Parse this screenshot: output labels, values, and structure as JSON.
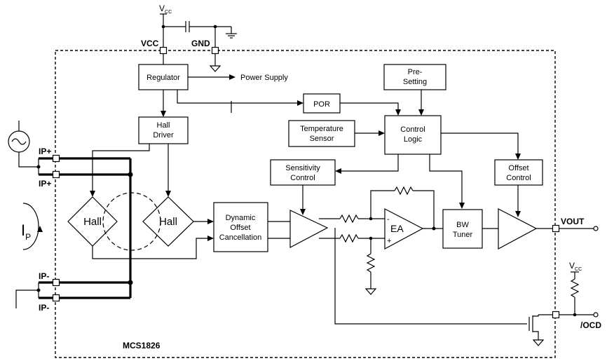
{
  "diagram": {
    "chip_name": "MCS1826",
    "pins": {
      "vcc": "VCC",
      "gnd": "GND",
      "ip_plus_1": "IP+",
      "ip_plus_2": "IP+",
      "ip_minus_1": "IP-",
      "ip_minus_2": "IP-",
      "vout": "VOUT",
      "ocd": "/OCD"
    },
    "supply_top": {
      "main": "V",
      "sub": "CC"
    },
    "supply_right": {
      "main": "V",
      "sub": "CC"
    },
    "current_label": {
      "main": "I",
      "sub": "P"
    },
    "blocks": {
      "regulator": "Regulator",
      "power_supply": "Power Supply",
      "por": "POR",
      "presetting": [
        "Pre-",
        "Setting"
      ],
      "hall_driver": [
        "Hall",
        "Driver"
      ],
      "temp_sensor": [
        "Temperature",
        "Sensor"
      ],
      "control_logic": [
        "Control",
        "Logic"
      ],
      "sensitivity_control": [
        "Sensitivity",
        "Control"
      ],
      "offset_control": [
        "Offset",
        "Control"
      ],
      "dynamic_offset": [
        "Dynamic",
        "Offset",
        "Cancellation"
      ],
      "bw_tuner": [
        "BW",
        "Tuner"
      ],
      "hall1": "Hall",
      "hall2": "Hall",
      "ea": "EA",
      "ea_minus": "-",
      "ea_plus": "+"
    }
  }
}
